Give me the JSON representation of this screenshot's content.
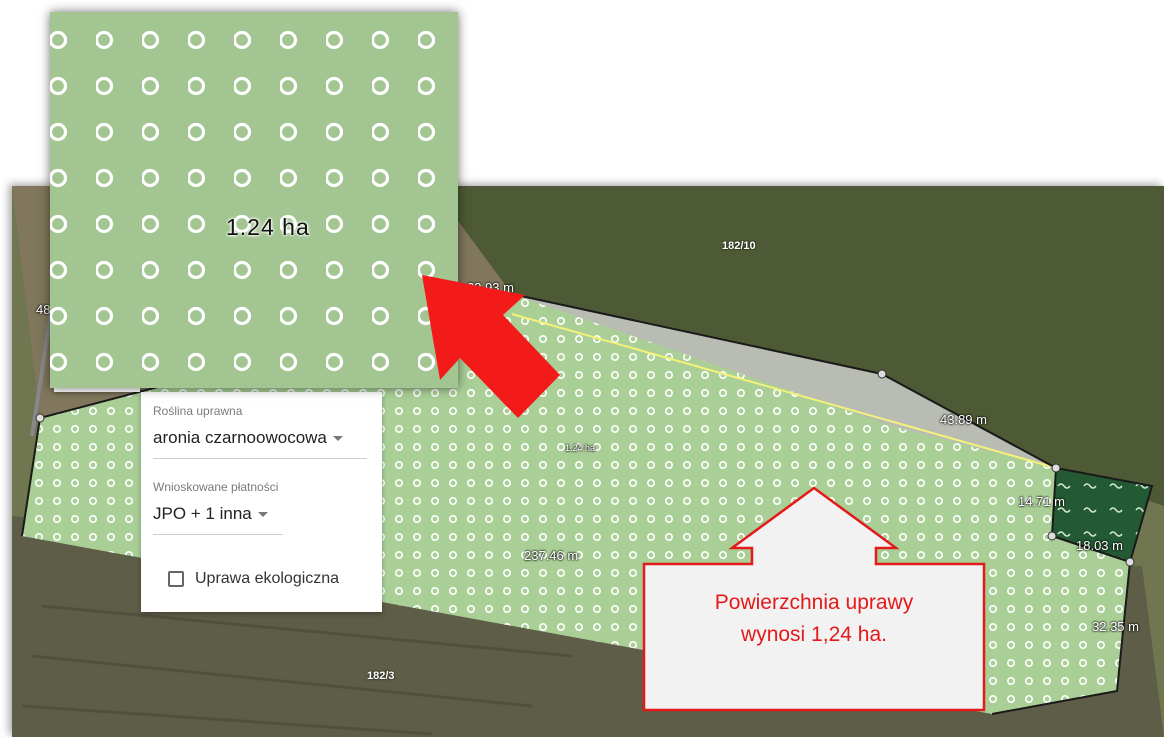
{
  "map": {
    "area_label": "1.24 ha",
    "parcels": [
      "182/10",
      "182/3"
    ],
    "measurements": [
      "48",
      "?3.93 m",
      "43.89 m",
      "14.71 m",
      "18.03 m",
      "237.46 m",
      "32.35 m"
    ],
    "colors": {
      "crop_fill": "#a9cf97",
      "boundary": "#1a1a1a",
      "highlight_line": "#f4f17a"
    }
  },
  "zoom": {
    "area_label": "1.24 ha"
  },
  "panel": {
    "crop_label": "Roślina uprawna",
    "crop_value": "aronia czarnoowocowa",
    "payments_label": "Wnioskowane płatności",
    "payments_value": "JPO + 1 inna",
    "organic_label": "Uprawa ekologiczna",
    "organic_checked": false
  },
  "callout": {
    "line1": "Powierzchnia uprawy",
    "line2": "wynosi 1,24 ha.",
    "border_color": "#e41a1a"
  }
}
